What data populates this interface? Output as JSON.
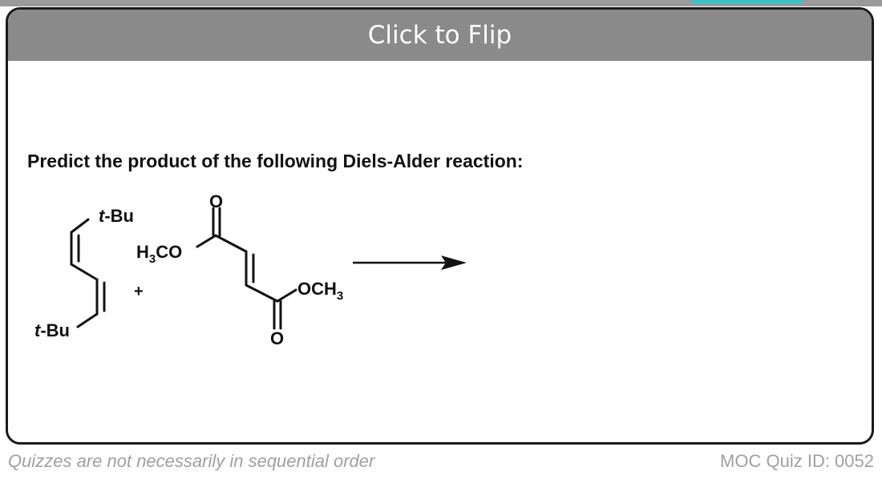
{
  "card": {
    "flip_label": "Click to Flip",
    "question": "Predict the product of the following Diels-Alder reaction:"
  },
  "scheme": {
    "diene_top_substituent_prefix": "t",
    "diene_top_substituent_suffix": "-Bu",
    "diene_bottom_substituent_prefix": "t",
    "diene_bottom_substituent_suffix": "-Bu",
    "plus_sign": "+",
    "ester_left_h": "H",
    "ester_left_sub": "3",
    "ester_left_co": "CO",
    "ester_right_och": "OCH",
    "ester_right_sub": "3",
    "carbonyl_top_o": "O",
    "carbonyl_bottom_o": "O"
  },
  "footer": {
    "left_note": "Quizzes are not necessarily in sequential order",
    "quiz_id": "MOC Quiz ID: 0052"
  },
  "colors": {
    "flip_bar": "#8a8a8a",
    "card_border": "#1a1a1a",
    "footer_text": "#a0a0a0",
    "top_pill": "#3cc0c8"
  }
}
